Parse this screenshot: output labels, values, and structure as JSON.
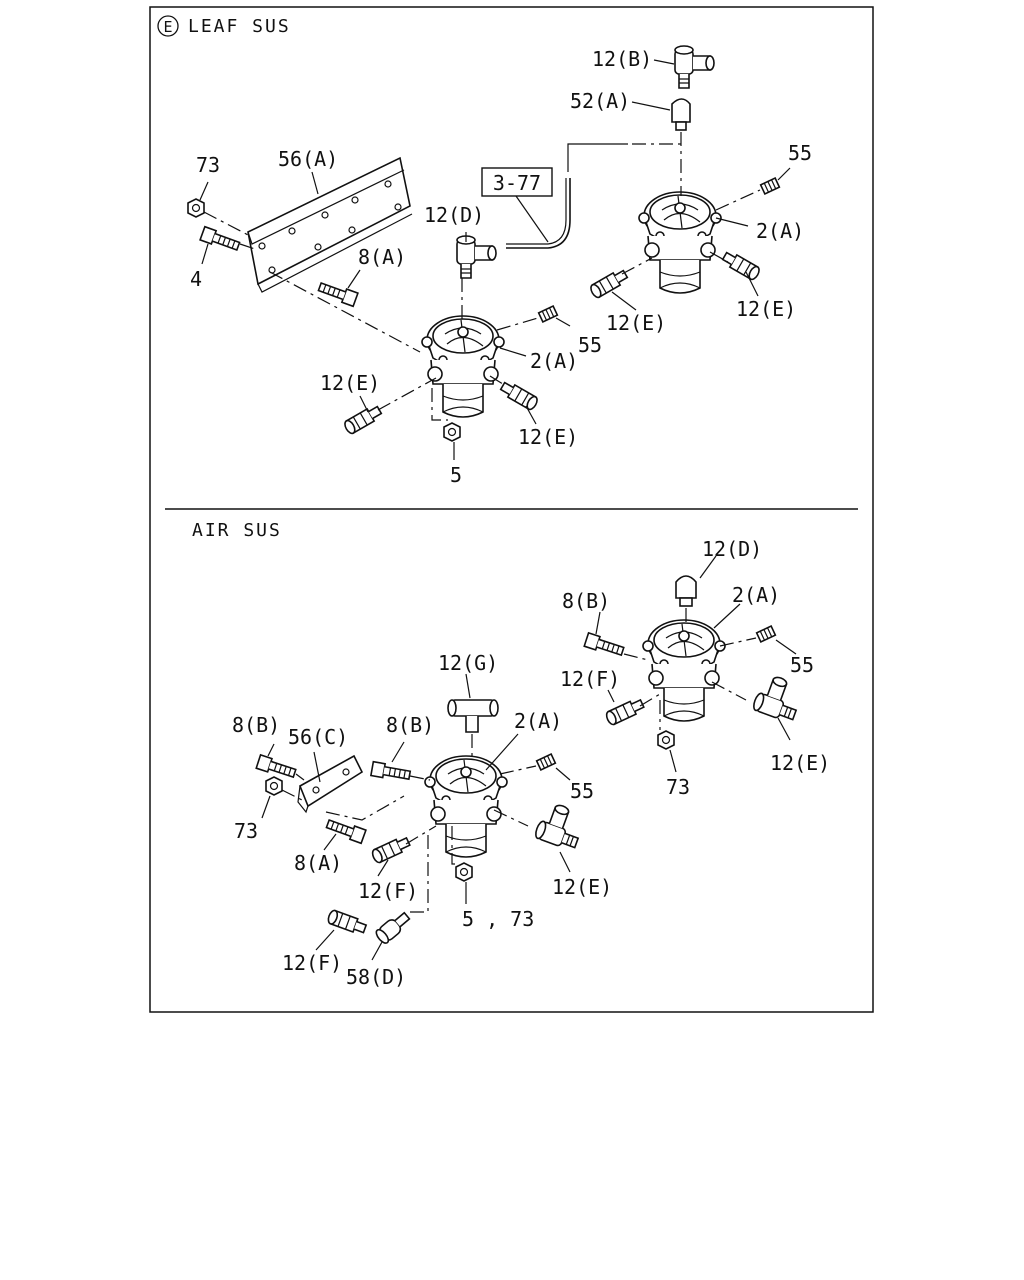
{
  "sections": {
    "leaf": {
      "marker": "E",
      "title": "LEAF SUS"
    },
    "air": {
      "title": "AIR SUS"
    }
  },
  "ref_box": "3-77",
  "labels": {
    "l_12b": "12(B)",
    "l_52a": "52(A)",
    "l_55a": "55",
    "l_2a_a": "2(A)",
    "l_12e_a": "12(E)",
    "l_12e_b": "12(E)",
    "l_73_a": "73",
    "l_56a": "56(A)",
    "l_4": "4",
    "l_8a_a": "8(A)",
    "l_12d_a": "12(D)",
    "l_55_b": "55",
    "l_2a_b": "2(A)",
    "l_12e_c": "12(E)",
    "l_12e_d": "12(E)",
    "l_5": "5",
    "l_12d_b": "12(D)",
    "l_8b_a": "8(B)",
    "l_2a_c": "2(A)",
    "l_55_c": "55",
    "l_12f_a": "12(F)",
    "l_12e_e": "12(E)",
    "l_73_b": "73",
    "l_12g": "12(G)",
    "l_8b_b": "8(B)",
    "l_56c": "56(C)",
    "l_8b_c": "8(B)",
    "l_2a_d": "2(A)",
    "l_55_d": "55",
    "l_73_c": "73",
    "l_8a_b": "8(A)",
    "l_12f_b": "12(F)",
    "l_12e_f": "12(E)",
    "l_5_73": "5 , 73",
    "l_12f_c": "12(F)",
    "l_58d": "58(D)"
  }
}
